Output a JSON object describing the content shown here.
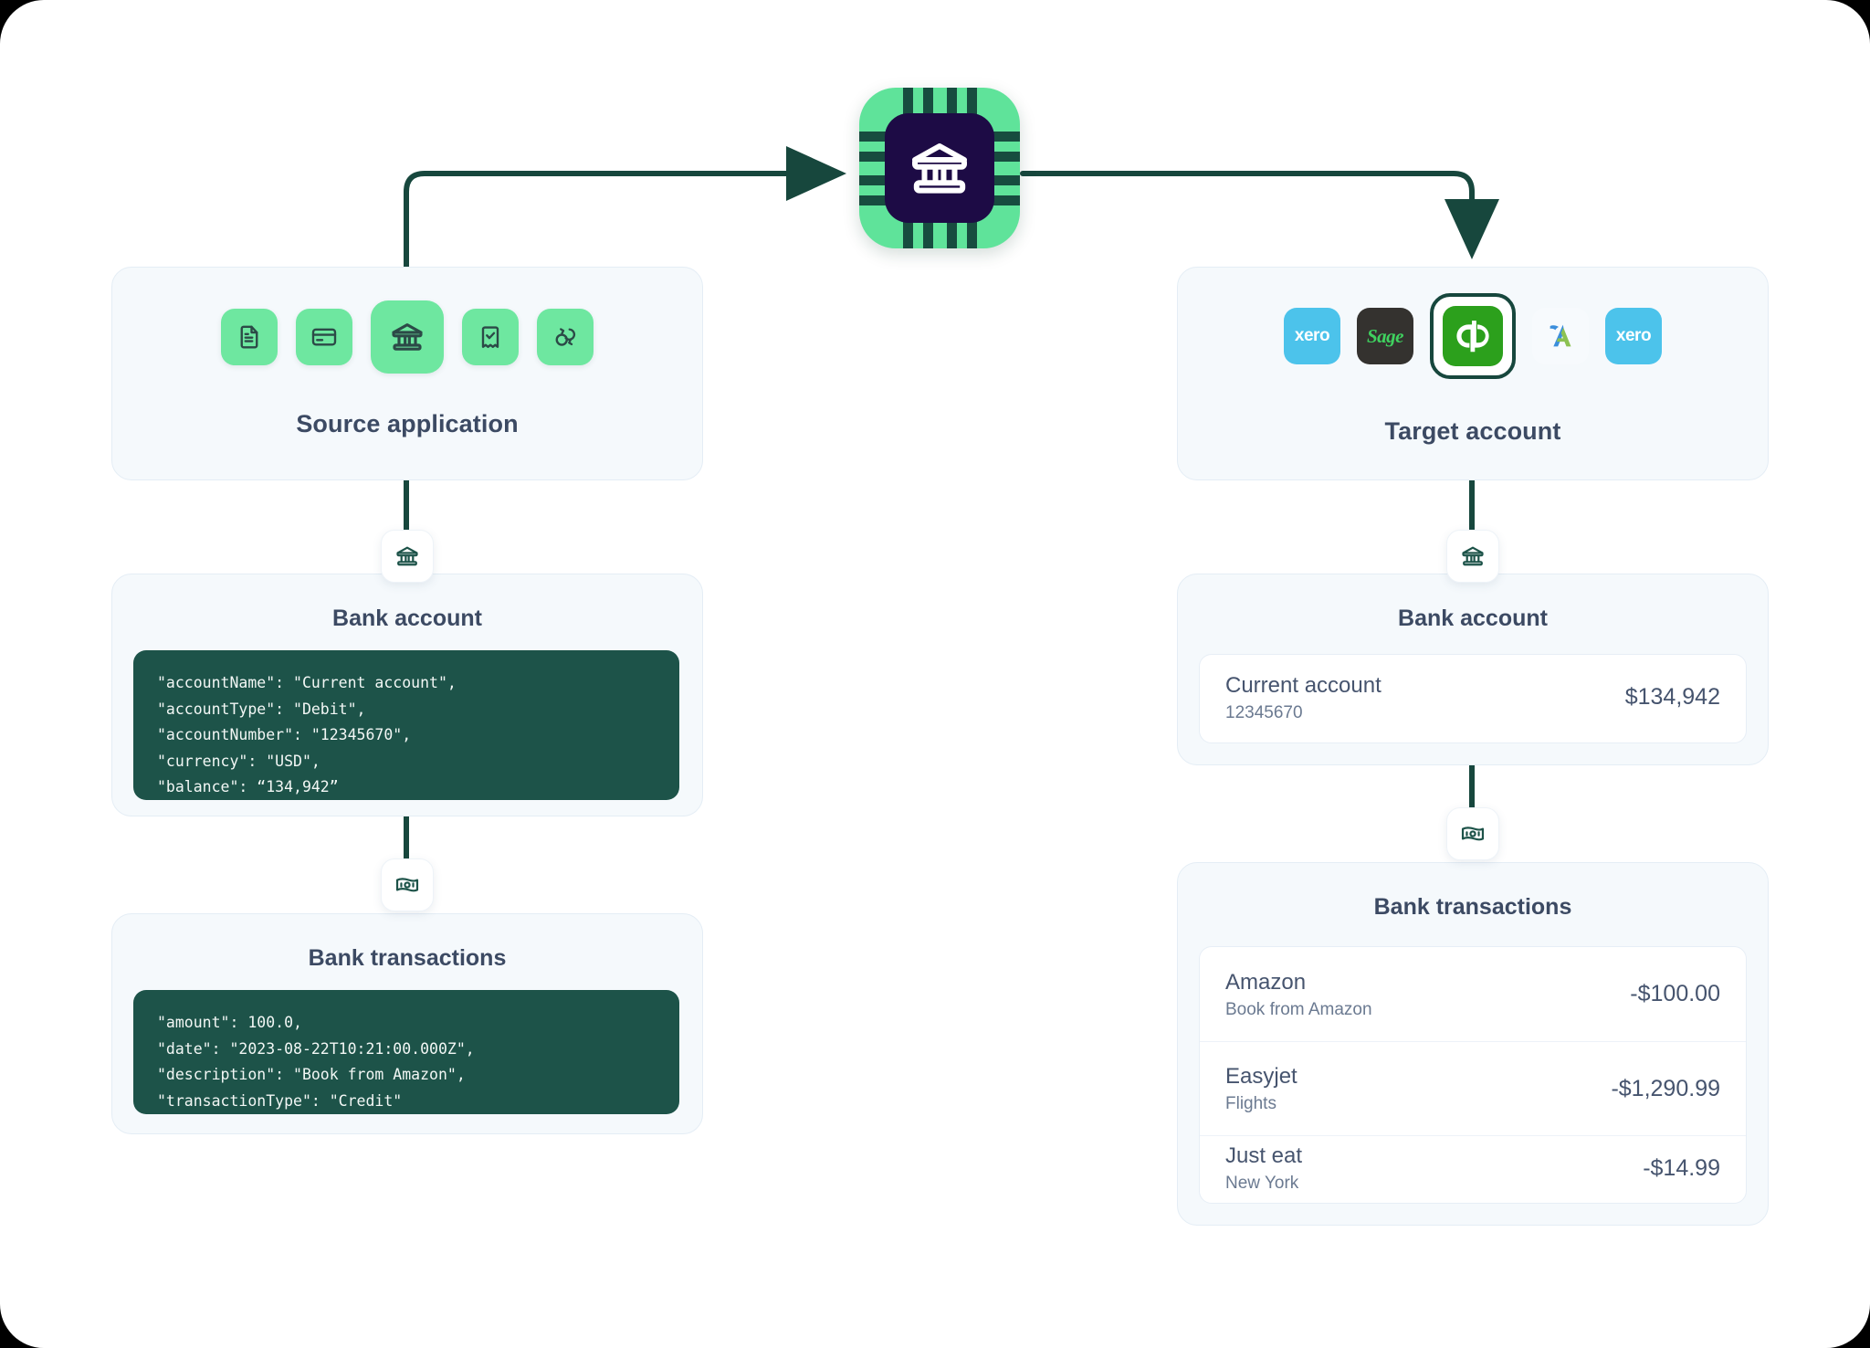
{
  "hub": {
    "icon": "bank-icon",
    "label": "bank-data-connector"
  },
  "source": {
    "title": "Source application",
    "icons": [
      {
        "name": "document-icon"
      },
      {
        "name": "credit-card-icon"
      },
      {
        "name": "bank-icon"
      },
      {
        "name": "receipt-check-icon"
      },
      {
        "name": "sync-icon"
      }
    ],
    "bank_account": {
      "badge_icon": "bank-icon",
      "title": "Bank account",
      "code": "\"accountName\": \"Current account\",\n\"accountType\": \"Debit\",\n\"accountNumber\": \"12345670\",\n\"currency\": \"USD\",\n\"balance\": “134,942”"
    },
    "bank_transactions": {
      "badge_icon": "banknote-icon",
      "title": "Bank transactions",
      "code": "\"amount\": 100.0,\n\"date\": \"2023-08-22T10:21:00.000Z\",\n\"description\": \"Book from Amazon\",\n\"transactionType\": \"Credit\""
    }
  },
  "target": {
    "title": "Target account",
    "logos": [
      {
        "name": "xero-logo",
        "label": "xero",
        "selected": false
      },
      {
        "name": "sage-logo",
        "label": "Sage",
        "selected": false
      },
      {
        "name": "quickbooks-logo",
        "label": "qb",
        "selected": true
      },
      {
        "name": "freeagent-logo",
        "label": "",
        "selected": false
      },
      {
        "name": "xero-logo",
        "label": "xero",
        "selected": false
      }
    ],
    "bank_account": {
      "badge_icon": "bank-icon",
      "title": "Bank account",
      "account": {
        "name": "Current account",
        "number": "12345670",
        "balance": "$134,942"
      }
    },
    "bank_transactions": {
      "badge_icon": "banknote-icon",
      "title": "Bank transactions",
      "rows": [
        {
          "name": "Amazon",
          "sub": "Book from Amazon",
          "amount": "-$100.00"
        },
        {
          "name": "Easyjet",
          "sub": "Flights",
          "amount": "-$1,290.99"
        },
        {
          "name": "Just eat",
          "sub": "New York",
          "amount": "-$14.99"
        }
      ]
    }
  },
  "colors": {
    "wire": "#17473d",
    "panel_bg": "#f5f9fc",
    "code_bg": "#1d5349",
    "accent_green": "#6ee7a0",
    "chip_dark": "#1d0b45",
    "text": "#3c4a63"
  }
}
